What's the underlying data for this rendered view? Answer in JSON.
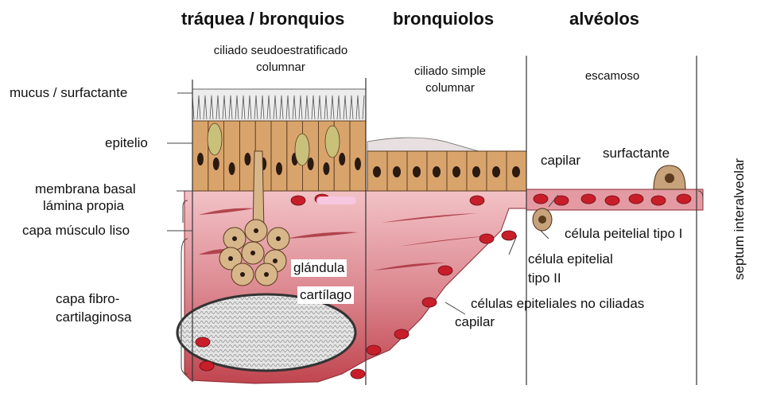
{
  "headers": {
    "trachea": "tráquea / bronquios",
    "bronchioles": "bronquiolos",
    "alveoli": "alvéolos"
  },
  "epithelium_types": {
    "trachea_line1": "ciliado seudoestratificado",
    "trachea_line2": "columnar",
    "bronchiole_line1": "ciliado simple",
    "bronchiole_line2": "columnar",
    "alveoli": "escamoso"
  },
  "left_labels": {
    "mucus": "mucus / surfactante",
    "epithelium": "epitelio",
    "basal_membrane": "membrana basal",
    "lamina_propria": "lámina propia",
    "smooth_muscle": "capa músculo liso",
    "fibrocartilage_line1": "capa fibro-",
    "fibrocartilage_line2": "cartilaginosa"
  },
  "inner_labels": {
    "gland": "glándula",
    "cartilage": "cartílago",
    "capillary_alveolar": "capilar",
    "surfactant": "surfactante",
    "type1_cell": "célula peitelial tipo I",
    "type2_cell_line1": "célula epitelial",
    "type2_cell_line2": "tipo II",
    "non_ciliated": "células epiteliales no ciliadas",
    "capillary_bronchiole": "capilar"
  },
  "side_label": "septum interalveolar",
  "colors": {
    "epithelium_fill": "#d9a46c",
    "tissue_top": "#e7aab0",
    "tissue_bottom": "#c0454f",
    "muscle": "#a8323d",
    "capillary": "#c81e2a",
    "cartilage": "#d9d9d9",
    "gland": "#d7b68a"
  }
}
